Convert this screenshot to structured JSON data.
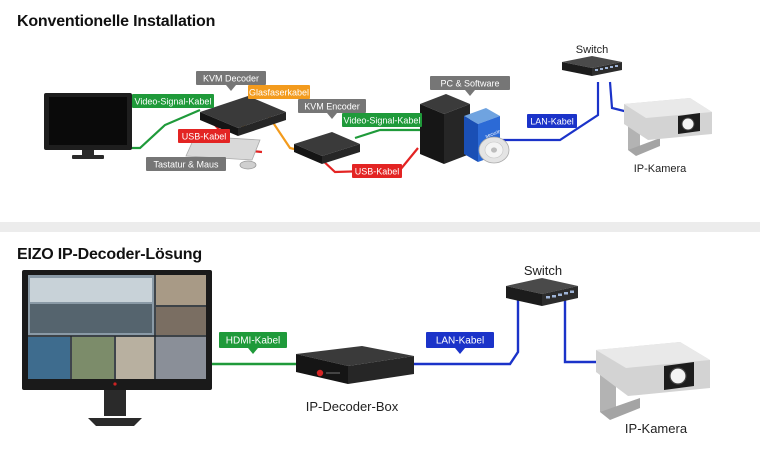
{
  "conventional": {
    "title": "Konventionelle Installation",
    "tags": {
      "kvm_decoder": "KVM Decoder",
      "kvm_encoder": "KVM Encoder",
      "pc_software": "PC & Software",
      "video_cable": "Video-Signal-Kabel",
      "fiber_cable": "Glasfaserkabel",
      "usb_cable_1": "USB-Kabel",
      "keyboard_mouse": "Tastatur & Maus",
      "video_cable_2": "Video-Signal-Kabel",
      "usb_cable_2": "USB-Kabel",
      "lan_cable": "LAN-Kabel"
    },
    "switch_label": "Switch",
    "camera_label": "IP-Kamera"
  },
  "eizo": {
    "title": "EIZO IP-Decoder-Lösung",
    "tags": {
      "hdmi_cable": "HDMI-Kabel",
      "lan_cable": "LAN-Kabel"
    },
    "decoder_label": "IP-Decoder-Box",
    "switch_label": "Switch",
    "camera_label": "IP-Kamera"
  },
  "colors": {
    "green": "#1f9a3a",
    "red": "#e32423",
    "orange": "#f39b1d",
    "blue": "#1b33c9",
    "gray_tag": "#767676",
    "device": "#1e1e1e"
  }
}
